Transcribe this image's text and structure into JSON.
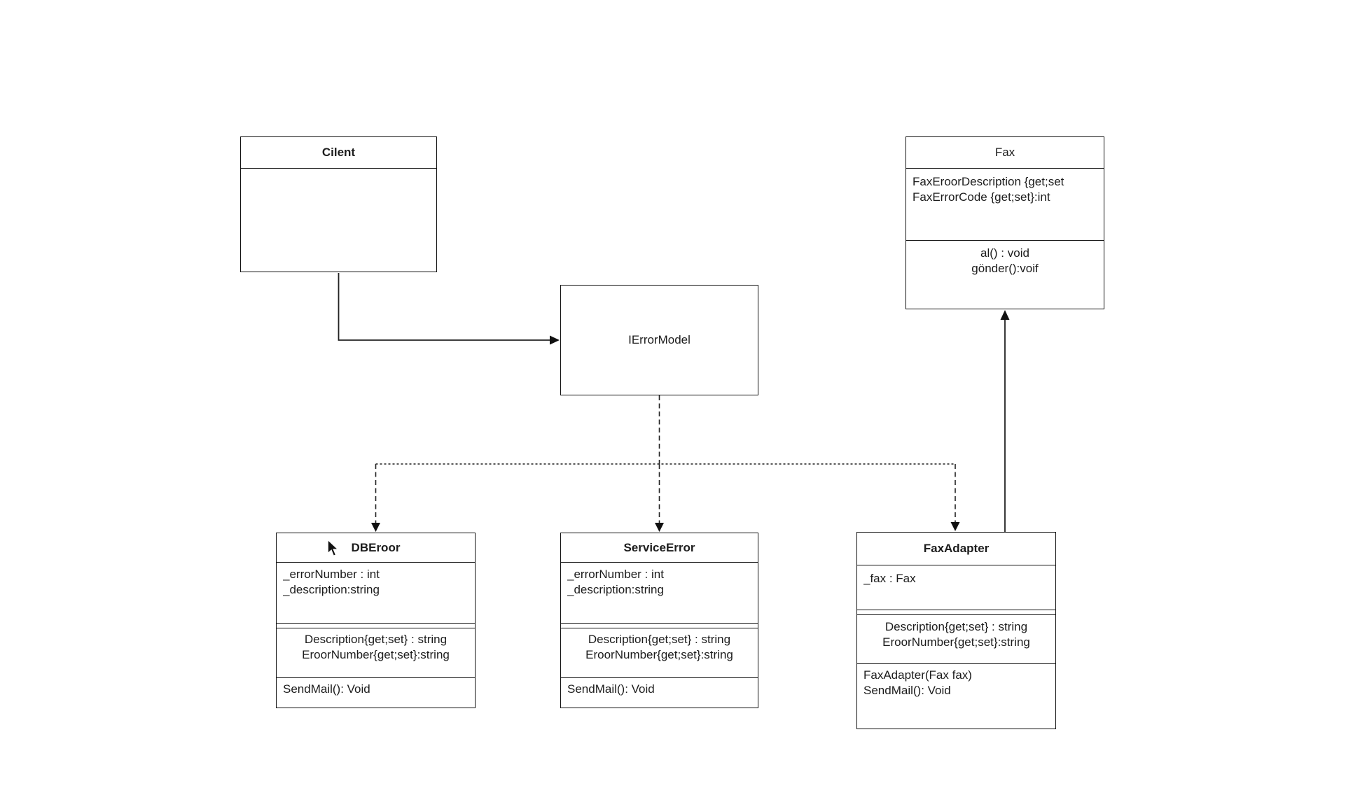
{
  "canvas": {
    "background": "#ffffff",
    "shape_fill": "#ffffff",
    "shape_stroke": "#111111",
    "text_color": "#1c1c1c"
  },
  "classes": {
    "cilent": {
      "title": "Cilent"
    },
    "fax": {
      "title": "Fax",
      "attributes": [
        "FaxEroorDescription {get;set",
        "FaxErrorCode {get;set}:int"
      ],
      "methods": [
        "al() : void",
        "gönder():voif"
      ]
    },
    "ierrormodel": {
      "title": "IErrorModel"
    },
    "dberoor": {
      "title": "DBEroor",
      "attributes": [
        "_errorNumber : int",
        "_description:string"
      ],
      "properties": [
        "Description{get;set} : string",
        "EroorNumber{get;set}:string"
      ],
      "methods": [
        "SendMail(): Void"
      ]
    },
    "serviceerror": {
      "title": "ServiceError",
      "attributes": [
        "_errorNumber : int",
        "_description:string"
      ],
      "properties": [
        "Description{get;set} : string",
        "EroorNumber{get;set}:string"
      ],
      "methods": [
        "SendMail(): Void"
      ]
    },
    "faxadapter": {
      "title": "FaxAdapter",
      "attributes": [
        "_fax : Fax"
      ],
      "properties": [
        "Description{get;set} : string",
        "EroorNumber{get;set}:string"
      ],
      "methods": [
        "FaxAdapter(Fax fax)",
        "SendMail(): Void"
      ]
    }
  },
  "relationships": [
    {
      "from": "Cilent",
      "to": "IErrorModel",
      "style": "solid-arrow"
    },
    {
      "from": "IErrorModel",
      "to": "DBEroor",
      "style": "dashed-arrow"
    },
    {
      "from": "IErrorModel",
      "to": "ServiceError",
      "style": "dashed-arrow"
    },
    {
      "from": "IErrorModel",
      "to": "FaxAdapter",
      "style": "dashed-arrow"
    },
    {
      "from": "FaxAdapter",
      "to": "Fax",
      "style": "solid-arrow"
    }
  ]
}
